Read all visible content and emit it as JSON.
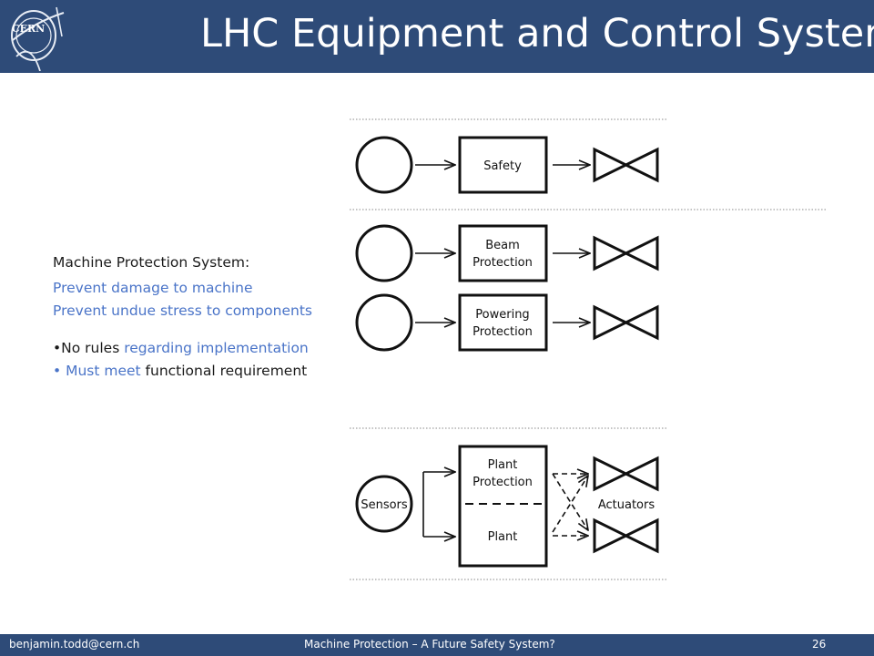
{
  "header": {
    "title": "LHC Equipment and Control System",
    "logo_text": "CERN"
  },
  "mps": {
    "heading": "Machine Protection System:",
    "line1": "Prevent damage to machine",
    "line2": "Prevent undue stress to components",
    "bullet1_a": "No rules",
    "bullet1_b": " regarding implementation",
    "bullet2_a": "Must meet",
    "bullet2_b": " functional requirement"
  },
  "diagram": {
    "safety": "Safety",
    "beam_1": "Beam",
    "beam_2": "Protection",
    "powering_1": "Powering",
    "powering_2": "Protection",
    "plant_prot_1": "Plant",
    "plant_prot_2": "Protection",
    "plant": "Plant",
    "sensors": "Sensors",
    "actuators": "Actuators"
  },
  "footer": {
    "email": "benjamin.todd@cern.ch",
    "center": "Machine Protection – A Future Safety System?",
    "page": "26"
  },
  "colors": {
    "header_bg": "#2e4b78",
    "accent_blue": "#4a74c8"
  }
}
